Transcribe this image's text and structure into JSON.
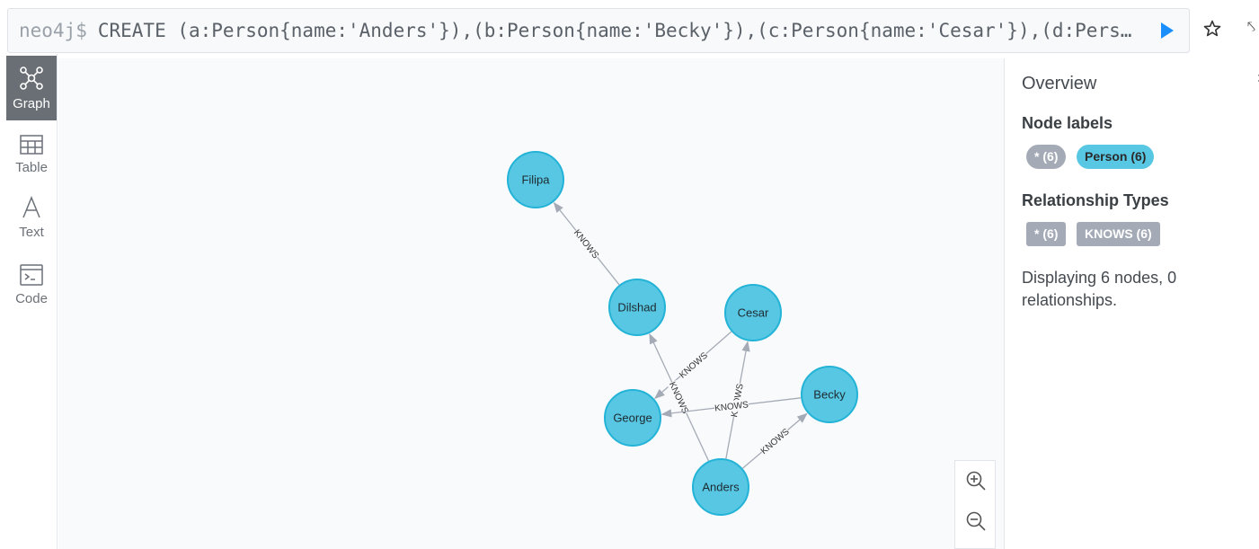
{
  "editor": {
    "prompt": "neo4j$",
    "query": "CREATE (a:Person{name:'Anders'}),(b:Person{name:'Becky'}),(c:Person{name:'Cesar'}),(d:Person{name:'Dilshad'}),(e:Person{name:'George'}),(f:Person{name:'Filipa'})"
  },
  "sidebar": {
    "items": [
      {
        "label": "Graph",
        "icon": "graph-icon",
        "active": true
      },
      {
        "label": "Table",
        "icon": "table-icon",
        "active": false
      },
      {
        "label": "Text",
        "icon": "text-icon",
        "active": false
      },
      {
        "label": "Code",
        "icon": "code-icon",
        "active": false
      }
    ]
  },
  "graph": {
    "node_color": "#57c7e3",
    "node_stroke": "#23b3d7",
    "edge_color": "#a5abb6",
    "nodes": [
      {
        "id": "filipa",
        "label": "Filipa"
      },
      {
        "id": "dilshad",
        "label": "Dilshad"
      },
      {
        "id": "cesar",
        "label": "Cesar"
      },
      {
        "id": "george",
        "label": "George"
      },
      {
        "id": "becky",
        "label": "Becky"
      },
      {
        "id": "anders",
        "label": "Anders"
      }
    ],
    "edges": [
      {
        "from": "dilshad",
        "to": "filipa",
        "type": "KNOWS"
      },
      {
        "from": "cesar",
        "to": "george",
        "type": "KNOWS"
      },
      {
        "from": "anders",
        "to": "dilshad",
        "type": "KNOWS"
      },
      {
        "from": "anders",
        "to": "cesar",
        "type": "KNOWS"
      },
      {
        "from": "becky",
        "to": "george",
        "type": "KNOWS"
      },
      {
        "from": "anders",
        "to": "becky",
        "type": "KNOWS"
      }
    ]
  },
  "overview": {
    "title": "Overview",
    "node_labels_heading": "Node labels",
    "node_labels": [
      "* (6)",
      "Person (6)"
    ],
    "rel_types_heading": "Relationship Types",
    "rel_types": [
      "* (6)",
      "KNOWS (6)"
    ],
    "description": "Displaying 6 nodes, 0 relationships."
  }
}
